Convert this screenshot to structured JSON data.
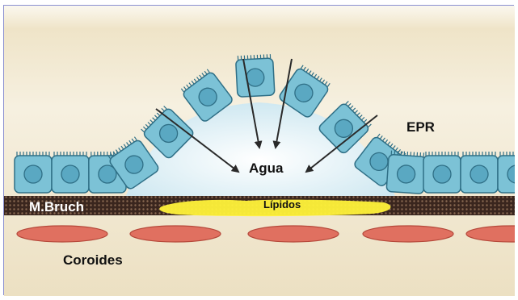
{
  "labels": {
    "epr": "EPR",
    "agua": "Agua",
    "lipidos": "Lípidos",
    "bruch": "M.Bruch",
    "coroides": "Coroides"
  },
  "colors": {
    "cell_fill": "#7cc2d6",
    "cell_stroke": "#2f6f86",
    "nucleus_fill": "#5aa8c2",
    "bruch_membrane": "#4a342a",
    "lipid_deposit": "#fff23a",
    "fluid_pocket": "#e3f3f8",
    "choroid_vessel": "#e07060",
    "choroid_tissue": "#f1e8cc",
    "frame_border": "#8a8fd0"
  }
}
